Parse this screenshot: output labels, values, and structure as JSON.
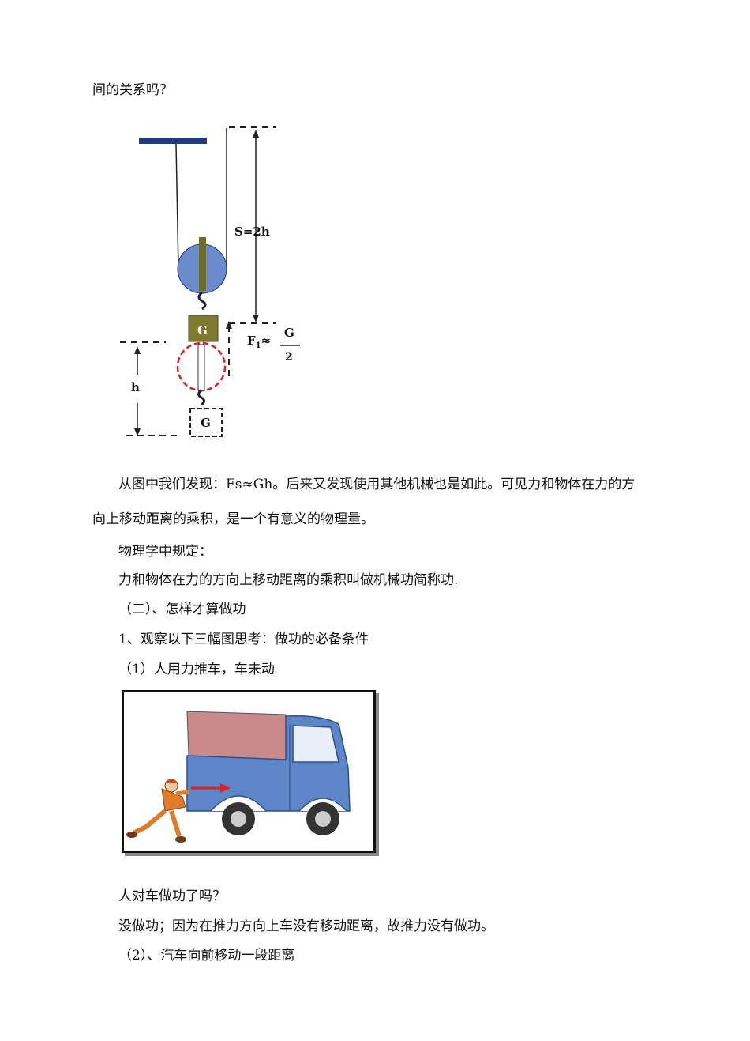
{
  "text": {
    "intro_tail": "间的关系吗？",
    "para1_line1": "从图中我们发现：Fs≈Gh。后来又发现使用其他机械也是如此。可见力和物体在力的方",
    "para1_line2": "向上移动距离的乘积，是一个有意义的物理量。",
    "rule_intro": "物理学中规定：",
    "definition": "力和物体在力的方向上移动距离的乘积叫做机械功简称功.",
    "section2_title": "（二）、怎样才算做功",
    "item1": "1、观察以下三幅图思考：做功的必备条件",
    "case1": "（1）人用力推车，车未动",
    "question1": "人对车做功了吗？",
    "answer1": "没做功；因为在推力方向上车没有移动距离，故推力没有做功。",
    "case2": "（2）、汽车向前移动一段距离"
  },
  "diagram": {
    "distance_label": "S=2h",
    "height_label": "h",
    "force_label": "F",
    "force_sub": "1",
    "approx": "≈",
    "frac_num": "G",
    "frac_den": "2",
    "block_label": "G",
    "ghost_block_label": "G",
    "colors": {
      "pulley": "#6a8ccc",
      "axle": "#6d6a2a",
      "block": "#7d7a2e",
      "bar": "#223a80",
      "ghost_circle": "#e02020"
    }
  },
  "truck_image": {
    "colors": {
      "cab": "#5d86c8",
      "cargo": "#c98a8a",
      "arrow": "#e02020",
      "person": "#e07b2a"
    }
  }
}
